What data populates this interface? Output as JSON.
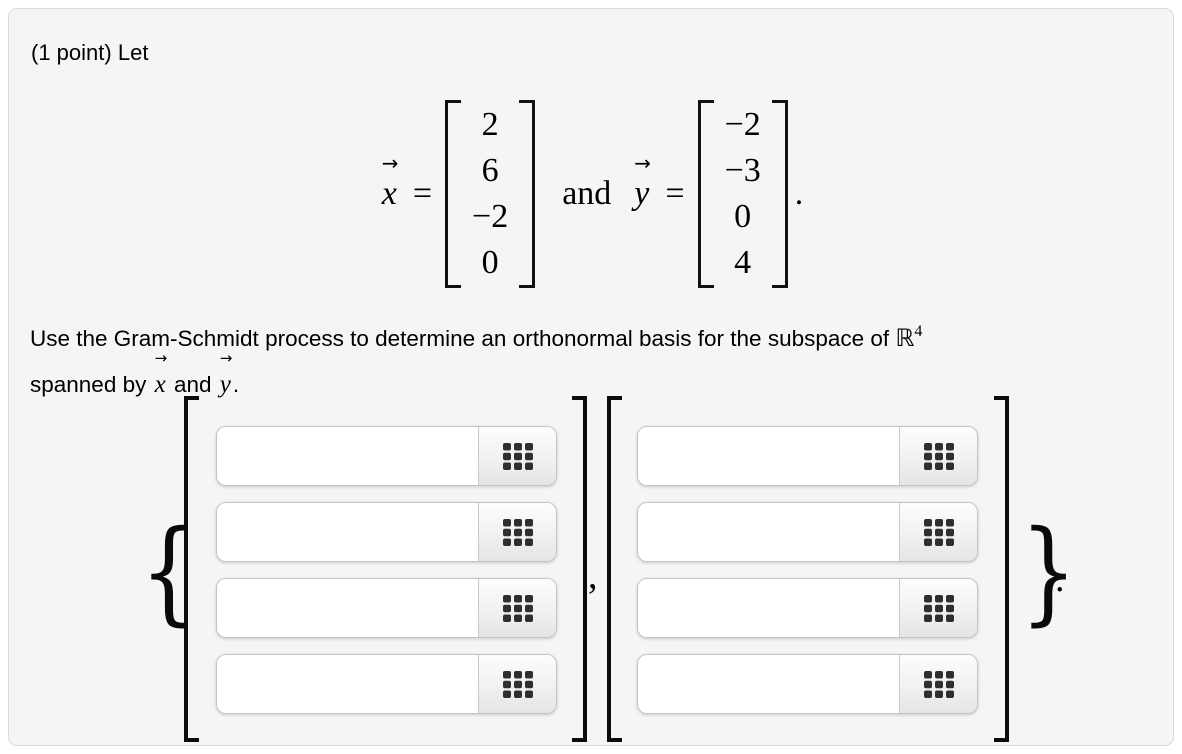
{
  "header": {
    "points": "(1 point)",
    "intro": "Let"
  },
  "math": {
    "arrow": "→",
    "x_name": "x",
    "y_name": "y",
    "equals": "=",
    "and_word": "and",
    "x_values": [
      "2",
      "6",
      "−2",
      "0"
    ],
    "y_values": [
      "−2",
      "−3",
      "0",
      "4"
    ],
    "trailing_period": "."
  },
  "question": {
    "line1_prefix": "Use the Gram-Schmidt process to determine an orthonormal basis for the subspace of ",
    "space_symbol": "ℝ",
    "space_exponent": "4",
    "line2_prefix": "spanned by ",
    "line2_and": " and ",
    "line2_period": "."
  },
  "answer": {
    "brace_open": "{",
    "brace_close": "}",
    "separator_comma": ",",
    "final_period": ".",
    "keypad_icon": "grid-3x3-icon",
    "vectors": [
      {
        "entries": [
          "",
          "",
          "",
          ""
        ]
      },
      {
        "entries": [
          "",
          "",
          "",
          ""
        ]
      }
    ]
  },
  "colors": {
    "panel_bg": "#f5f5f6",
    "panel_border": "#d9d9d9",
    "input_border": "#c4c4c4",
    "keypad_icon": "#2f2f2f",
    "text": "#000000"
  }
}
